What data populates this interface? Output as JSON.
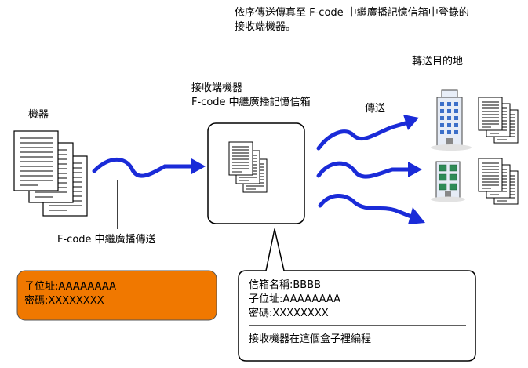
{
  "caption": {
    "line1": "依序傳送傳真至 F-code 中繼廣播記憶信箱中登錄的",
    "line2": "接收端機器。"
  },
  "labels": {
    "destination": "轉送目的地",
    "relay_device_line1": "接收端機器",
    "relay_device_line2": "F-code 中繼廣播記憶信箱",
    "transmit": "傳送",
    "source_device": "機器",
    "fcode_relay_send": "F-code 中繼廣播傳送"
  },
  "sender_box": {
    "subaddress": "子位址:AAAAAAAA",
    "password": "密碼:XXXXXXXX",
    "fill_color": "#f07800"
  },
  "relay_box": {
    "box_name": "信箱名稱:BBBB",
    "subaddress": "子位址:AAAAAAAA",
    "password": "密碼:XXXXXXXX",
    "note": "接收機器在這個盒子裡編程"
  },
  "colors": {
    "arrow": "#1a2bd8",
    "building_window": "#3b6fc9",
    "building_window_green": "#2e8b57"
  },
  "icons": {
    "document_stack": "document-stack-icon",
    "office_building": "office-building-icon",
    "transmission_arrow": "transmission-arrow-icon"
  }
}
